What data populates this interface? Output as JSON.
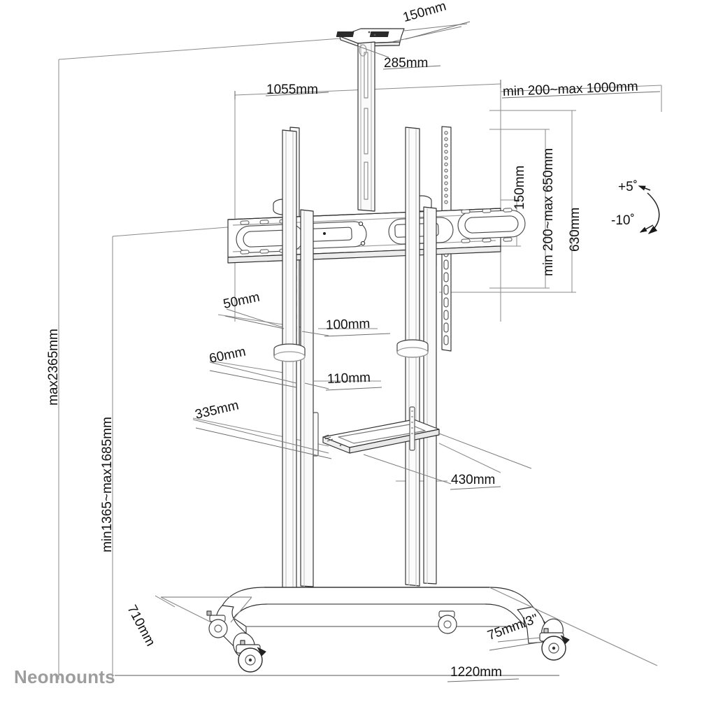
{
  "document": {
    "kind": "technical-dimension-drawing",
    "product": "mobile TV floor stand / display trolley",
    "brand": "Neomounts",
    "background_color": "#ffffff",
    "line_color": "#3a3a3a",
    "text_color": "#111111",
    "brand_color": "#9d9d9d"
  },
  "dimensions": {
    "top_plate_depth": "150mm",
    "top_plate_width": "285mm",
    "mount_width": "1055mm",
    "screen_width_range": "min 200~max 1000mm",
    "vesa_vertical_150": "150mm",
    "screen_height_range": "min 200~max 650mm",
    "screen_height_630": "630mm",
    "column_50": "50mm",
    "column_100": "100mm",
    "column_60": "60mm",
    "column_110": "110mm",
    "shelf_depth": "335mm",
    "shelf_width": "430mm",
    "total_height": "max2365mm",
    "screen_centre_height": "min1365~max1685mm",
    "base_depth": "710mm",
    "base_width": "1220mm",
    "caster_size": "75mm/3\""
  },
  "tilt": {
    "up": "+5˚",
    "down": "-10˚"
  }
}
